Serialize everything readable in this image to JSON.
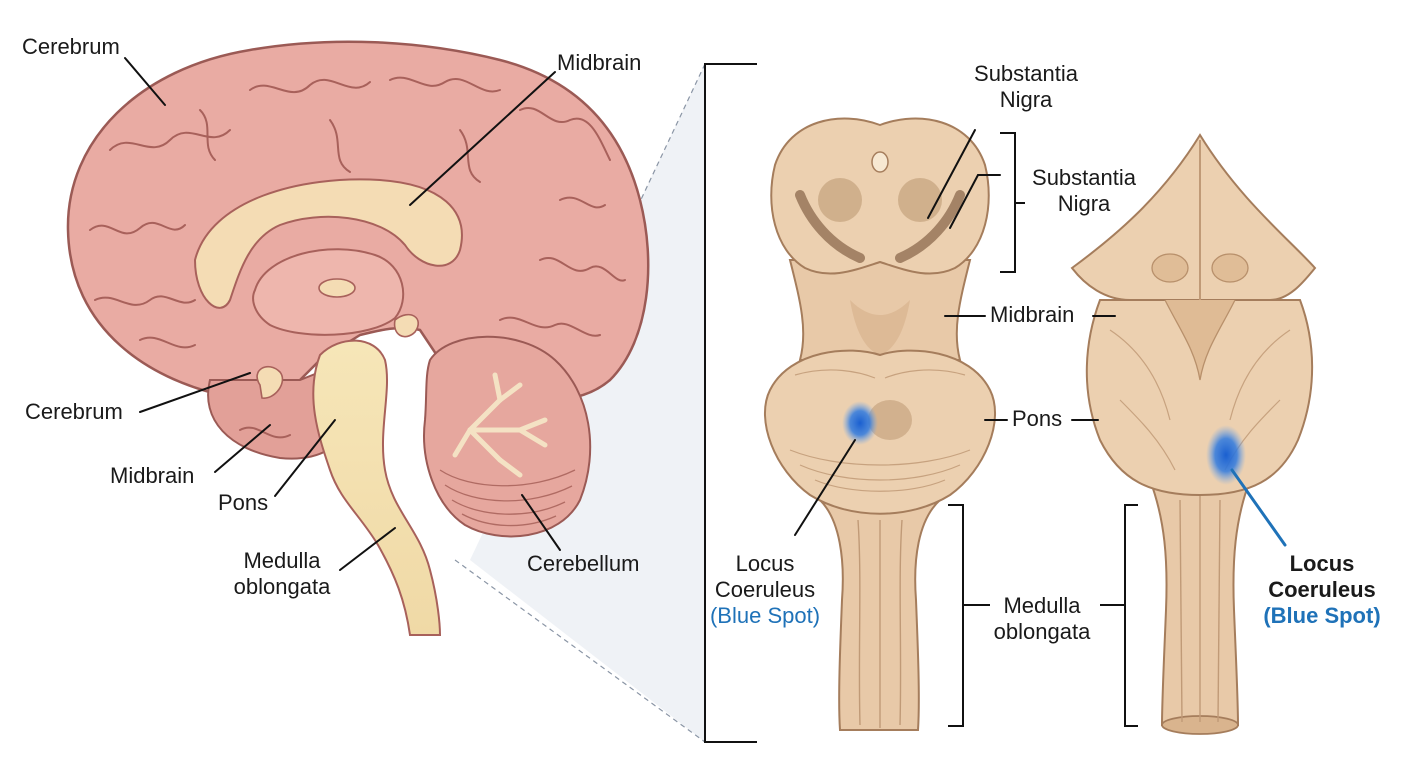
{
  "colors": {
    "brain": "#e8aaa2",
    "brain_dark": "#9b5a55",
    "white_matter": "#f4dcb4",
    "stem": "#e8c9a8",
    "stem_dark": "#c9a27f",
    "locus": "#1f6fd6",
    "leader": "#111111",
    "blue_text": "#1f72b8"
  },
  "left_labels": {
    "cerebrum_top": "Cerebrum",
    "midbrain_top": "Midbrain",
    "cerebrum_side": "Cerebrum",
    "midbrain_side": "Midbrain",
    "pons": "Pons",
    "medulla_line1": "Medulla",
    "medulla_line2": "oblongata",
    "cerebellum": "Cerebellum"
  },
  "front_view": {
    "substantia_nigra_top_line1": "Substantia",
    "substantia_nigra_top_line2": "Nigra",
    "substantia_nigra_line1": "Substantia",
    "substantia_nigra_line2": "Nigra",
    "midbrain": "Midbrain",
    "pons": "Pons",
    "locus_line1": "Locus",
    "locus_line2": "Coeruleus",
    "locus_line3": "(Blue Spot)",
    "medulla_line1": "Medulla",
    "medulla_line2": "oblongata"
  },
  "back_view": {
    "locus_line1": "Locus",
    "locus_line2": "Coeruleus",
    "locus_line3": "(Blue Spot)"
  }
}
